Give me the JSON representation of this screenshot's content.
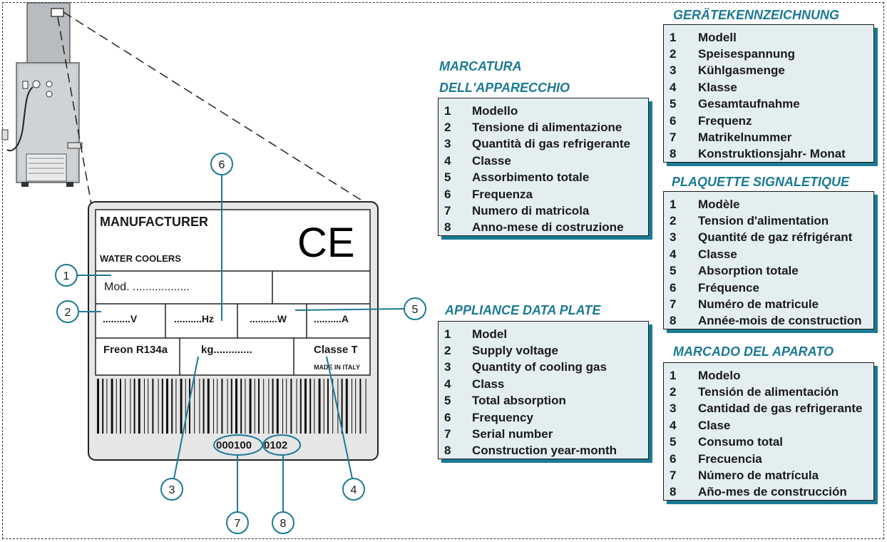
{
  "plate": {
    "manufacturer": "MANUFACTURER",
    "product_line": "WATER COOLERS",
    "ce_mark": "CE",
    "model_field": "Mod. ..................",
    "volt_field": "..........V",
    "hz_field": "..........Hz",
    "watt_field": "..........W",
    "amp_field": "..........A",
    "gas_field": "Freon R134a",
    "kg_field": "kg.............",
    "class_field": "Classe T",
    "origin": "MADE IN ITALY",
    "serial": "000100",
    "date_code": "0102"
  },
  "callouts": [
    "1",
    "2",
    "3",
    "4",
    "5",
    "6",
    "7",
    "8"
  ],
  "legends": {
    "de": {
      "title": "GERÄTEKENNZEICHNUNG",
      "items": [
        {
          "n": "1",
          "label": "Modell"
        },
        {
          "n": "2",
          "label": "Speisespannung"
        },
        {
          "n": "3",
          "label": "Kühlgasmenge"
        },
        {
          "n": "4",
          "label": "Klasse"
        },
        {
          "n": "5",
          "label": "Gesamtaufnahme"
        },
        {
          "n": "6",
          "label": "Frequenz"
        },
        {
          "n": "7",
          "label": "Matrikelnummer"
        },
        {
          "n": "8",
          "label": "Konstruktionsjahr- Monat"
        }
      ]
    },
    "it": {
      "title_line1": "MARCATURA",
      "title_line2": "DELL'APPARECCHIO",
      "items": [
        {
          "n": "1",
          "label": "Modello"
        },
        {
          "n": "2",
          "label": "Tensione di alimentazione"
        },
        {
          "n": "3",
          "label": "Quantità di gas refrigerante"
        },
        {
          "n": "4",
          "label": "Classe"
        },
        {
          "n": "5",
          "label": "Assorbimento totale"
        },
        {
          "n": "6",
          "label": "Frequenza"
        },
        {
          "n": "7",
          "label": "Numero di matricola"
        },
        {
          "n": "8",
          "label": "Anno-mese di costruzione"
        }
      ]
    },
    "fr": {
      "title": "PLAQUETTE  SIGNALETIQUE",
      "items": [
        {
          "n": "1",
          "label": "Modèle"
        },
        {
          "n": "2",
          "label": "Tension d'alimentation"
        },
        {
          "n": "3",
          "label": "Quantité de gaz réfrigérant"
        },
        {
          "n": "4",
          "label": "Classe"
        },
        {
          "n": "5",
          "label": "Absorption totale"
        },
        {
          "n": "6",
          "label": "Fréquence"
        },
        {
          "n": "7",
          "label": "Numéro de matricule"
        },
        {
          "n": "8",
          "label": "Année-mois de construction"
        }
      ]
    },
    "en": {
      "title": "APPLIANCE DATA PLATE",
      "items": [
        {
          "n": "1",
          "label": "Model"
        },
        {
          "n": "2",
          "label": "Supply voltage"
        },
        {
          "n": "3",
          "label": "Quantity of cooling gas"
        },
        {
          "n": "4",
          "label": "Class"
        },
        {
          "n": "5",
          "label": "Total absorption"
        },
        {
          "n": "6",
          "label": "Frequency"
        },
        {
          "n": "7",
          "label": "Serial number"
        },
        {
          "n": "8",
          "label": "Construction year-month"
        }
      ]
    },
    "es": {
      "title": "MARCADO DEL APARATO",
      "items": [
        {
          "n": "1",
          "label": "Modelo"
        },
        {
          "n": "2",
          "label": "Tensión de alimentación"
        },
        {
          "n": "3",
          "label": "Cantidad de gas refrigerante"
        },
        {
          "n": "4",
          "label": "Clase"
        },
        {
          "n": "5",
          "label": "Consumo total"
        },
        {
          "n": "6",
          "label": "Frecuencia"
        },
        {
          "n": "7",
          "label": "Número de matrícula"
        },
        {
          "n": "8",
          "label": "Año-mes de construcción"
        }
      ]
    }
  },
  "colors": {
    "accent": "#1b7a94",
    "legend_bg": "#e3eef1",
    "plate_bg": "#e6e6e6",
    "ink": "#1a1a1a"
  }
}
